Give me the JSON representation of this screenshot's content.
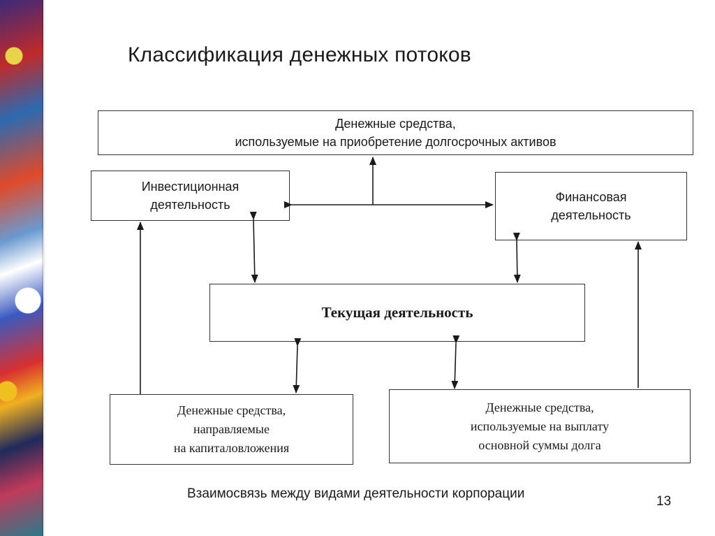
{
  "slide": {
    "title": "Классификация денежных потоков",
    "caption": "Взаимосвязь между видами деятельности корпорации",
    "page_number": "13"
  },
  "boxes": {
    "long_term_assets": {
      "line1": "Денежные средства,",
      "line2": "используемые на приобретение долгосрочных активов"
    },
    "investment": {
      "line1": "Инвестиционная",
      "line2": "деятельность"
    },
    "financial": {
      "line1": "Финансовая",
      "line2": "деятельность"
    },
    "current": {
      "line1": "Текущая деятельность"
    },
    "capital_investment": {
      "line1": "Денежные средства,",
      "line2": "направляемые",
      "line3": "на капиталовложения"
    },
    "debt_repayment": {
      "line1": "Денежные средства,",
      "line2": "используемые на выплату",
      "line3": "основной   суммы долга"
    }
  },
  "colors": {
    "border": "#333333",
    "arrow": "#1a1a1a",
    "text": "#1a1a1a"
  }
}
